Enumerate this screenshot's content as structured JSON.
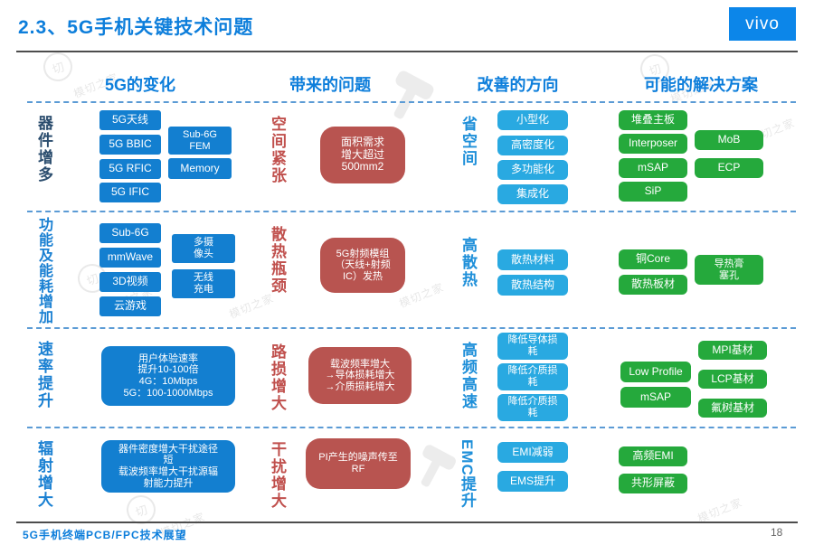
{
  "header": {
    "title": "2.3、5G手机关键技术问题",
    "logo": "vivo"
  },
  "columns": {
    "c1": "5G的变化",
    "c2": "带来的问题",
    "c3": "改善的方向",
    "c4": "可能的解决方案"
  },
  "rows": [
    {
      "label": "器件增多",
      "changes1": [
        "5G天线",
        "5G BBIC",
        "5G RFIC",
        "5G IFIC"
      ],
      "changes2": [
        "Sub-6G\nFEM",
        "Memory"
      ],
      "problem_label": "空间紧张",
      "problem": "面积需求\n增大超过\n500mm2",
      "direction_label": "省空间",
      "directions": [
        "小型化",
        "高密度化",
        "多功能化",
        "集成化"
      ],
      "solutions1": [
        "堆叠主板",
        "Interposer",
        "mSAP",
        "SiP"
      ],
      "solutions2": [
        "MoB",
        "ECP"
      ]
    },
    {
      "label": "功能及能耗增加",
      "changes1": [
        "Sub-6G",
        "mmWave",
        "3D视频",
        "云游戏"
      ],
      "changes2": [
        "多摄\n像头",
        "无线\n充电"
      ],
      "problem_label": "散热瓶颈",
      "problem": "5G射频模组\n（天线+射频\nIC）发热",
      "direction_label": "高散热",
      "directions": [
        "散热材料",
        "散热结构"
      ],
      "solutions1": [
        "铜Core",
        "散热板材"
      ],
      "solutions2": [
        "导热膏\n塞孔"
      ]
    },
    {
      "label": "速率提升",
      "change_big": "用户体验速率\n提升10-100倍\n4G：10Mbps\n5G：100-1000Mbps",
      "problem_label": "路损增大",
      "problem": "载波频率增大\n→导体损耗增大\n→介质损耗增大",
      "direction_label": "高频高速",
      "directions": [
        "降低导体损\n耗",
        "降低介质损\n耗",
        "降低介质损\n耗"
      ],
      "solutions1": [
        "Low Profile",
        "mSAP"
      ],
      "solutions2": [
        "MPI基材",
        "LCP基材",
        "氟树基材"
      ]
    },
    {
      "label": "辐射增大",
      "change_big": "器件密度增大干扰途径\n短\n载波频率增大干扰源辐\n射能力提升",
      "problem_label": "干扰增大",
      "problem": "PI产生的噪声传至\nRF",
      "direction_label": "EMC提升",
      "directions": [
        "EMI减弱",
        "EMS提升"
      ],
      "solutions1": [
        "高频EMI",
        "共形屏蔽"
      ]
    }
  ],
  "footer": {
    "text": "5G手机终端PCB/FPC技术展望",
    "page": "18"
  },
  "watermark": {
    "text": "模切之家",
    "glyph": "切"
  }
}
